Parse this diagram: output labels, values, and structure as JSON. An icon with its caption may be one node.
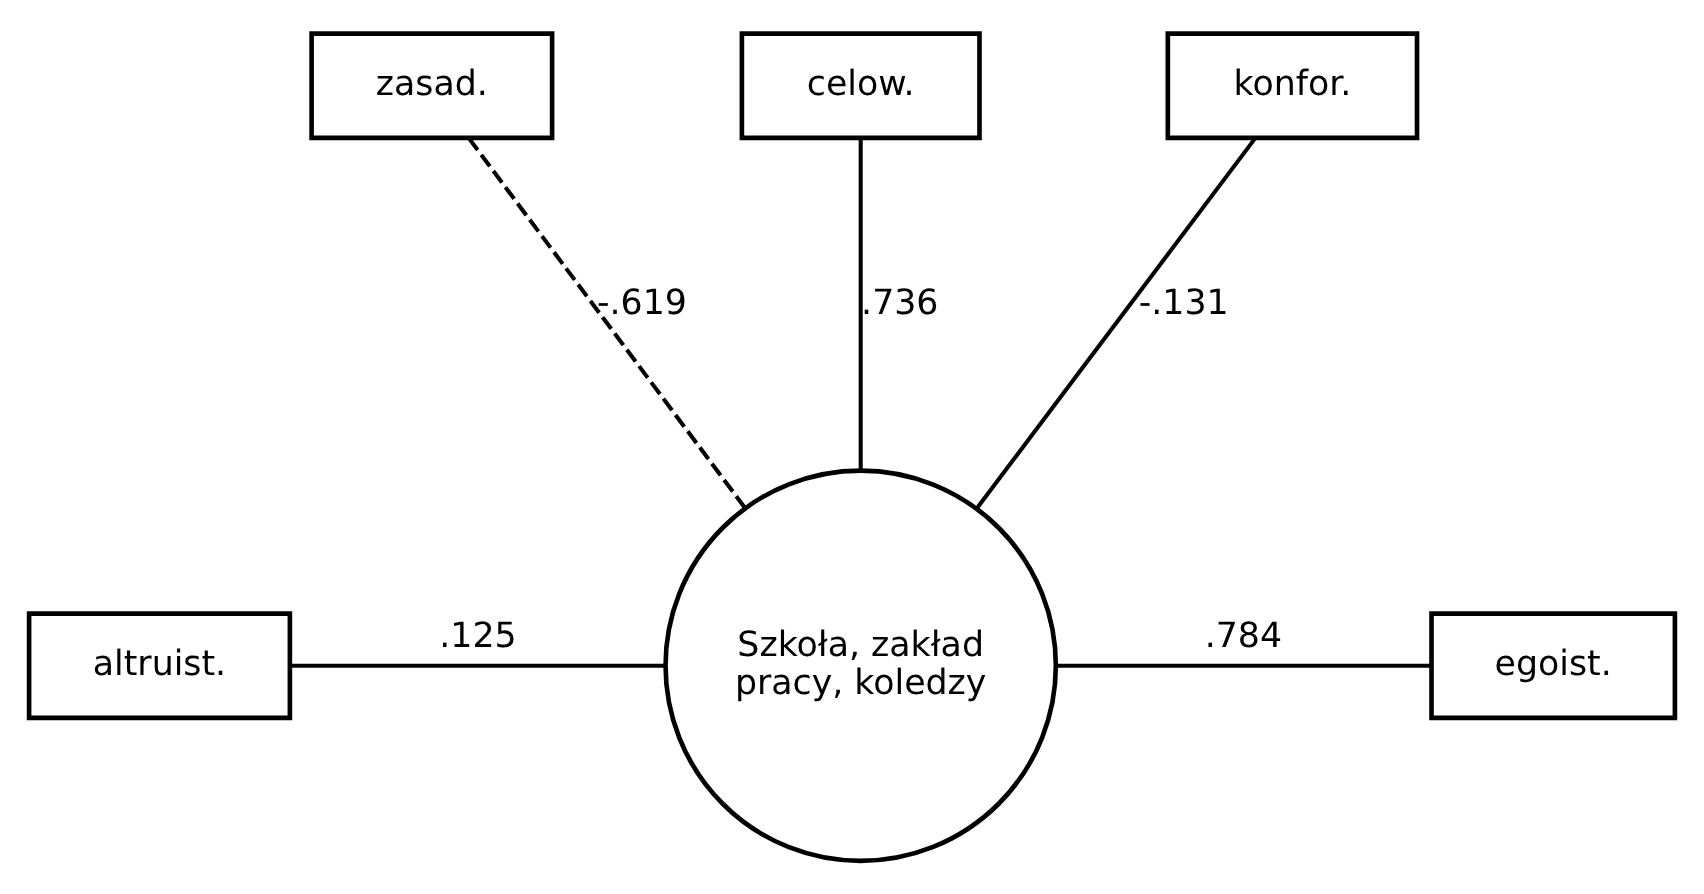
{
  "diagram": {
    "nodes": [
      {
        "text": [
          "zasad."
        ]
      },
      {
        "text": [
          "celow."
        ]
      },
      {
        "text": [
          "konfor."
        ]
      },
      {
        "text": [
          "altruist."
        ]
      },
      {
        "text": [
          "Szkoła, zakład pracy, koledzy"
        ]
      },
      {
        "text": [
          "egoist."
        ]
      }
    ],
    "edges": [
      {
        "from": 0,
        "to": 4,
        "arrow": "none",
        "label": "-.619",
        "style": "dashed"
      },
      {
        "from": 1,
        "to": 4,
        "arrow": "none",
        "label": ".736"
      },
      {
        "from": 2,
        "to": 4,
        "arrow": "none",
        "label": "-.131"
      },
      {
        "from": 3,
        "to": 4,
        "arrow": "none",
        "label": ".125"
      },
      {
        "from": 4,
        "to": 5,
        "arrow": "none",
        "label": ".784"
      }
    ]
  }
}
